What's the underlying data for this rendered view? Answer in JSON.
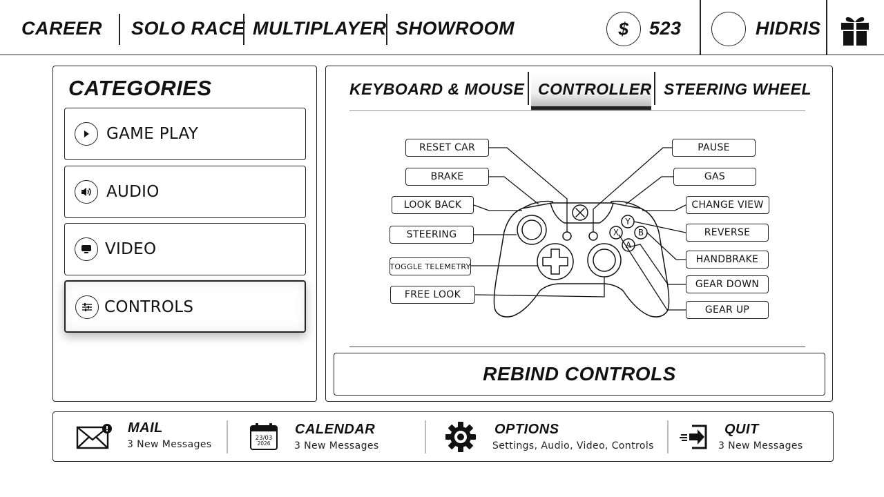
{
  "nav": {
    "career": "CAREER",
    "solo_race": "SOLO RACE",
    "multiplayer": "MULTIPLAYER",
    "showroom": "SHOWROOM"
  },
  "currency": {
    "symbol": "$",
    "amount": "523"
  },
  "user": {
    "name": "HIDRIS"
  },
  "categories": {
    "title": "CATEGORIES",
    "items": [
      {
        "label": "GAME PLAY",
        "icon": "play-icon"
      },
      {
        "label": "AUDIO",
        "icon": "speaker-icon"
      },
      {
        "label": "VIDEO",
        "icon": "monitor-icon"
      },
      {
        "label": "CONTROLS",
        "icon": "sliders-icon",
        "active": true
      }
    ]
  },
  "tabs": {
    "keyboard": "KEYBOARD & MOUSE",
    "controller": "CONTROLLER",
    "wheel": "STEERING WHEEL",
    "active": "controller"
  },
  "controller": {
    "left": {
      "reset_car": "RESET CAR",
      "brake": "BRAKE",
      "look_back": "LOOK BACK",
      "steering": "STEERING",
      "toggle_telemetry": "TOGGLE TELEMETRY",
      "free_look": "FREE LOOK"
    },
    "right": {
      "pause": "PAUSE",
      "gas": "GAS",
      "change_view": "CHANGE VIEW",
      "reverse": "REVERSE",
      "handbrake": "HANDBRAKE",
      "gear_down": "GEAR DOWN",
      "gear_up": "GEAR UP"
    },
    "face_buttons": {
      "y": "Y",
      "x": "X",
      "b": "B",
      "a": "A"
    }
  },
  "rebind_label": "REBIND CONTROLS",
  "bottom": {
    "mail": {
      "title": "MAIL",
      "sub": "3 New Messages"
    },
    "calendar": {
      "title": "CALENDAR",
      "sub": "3 New Messages",
      "date_day": "23/03",
      "date_year": "2026"
    },
    "options": {
      "title": "OPTIONS",
      "sub": "Settings, Audio, Video, Controls"
    },
    "quit": {
      "title": "QUIT",
      "sub": "3 New Messages"
    }
  }
}
